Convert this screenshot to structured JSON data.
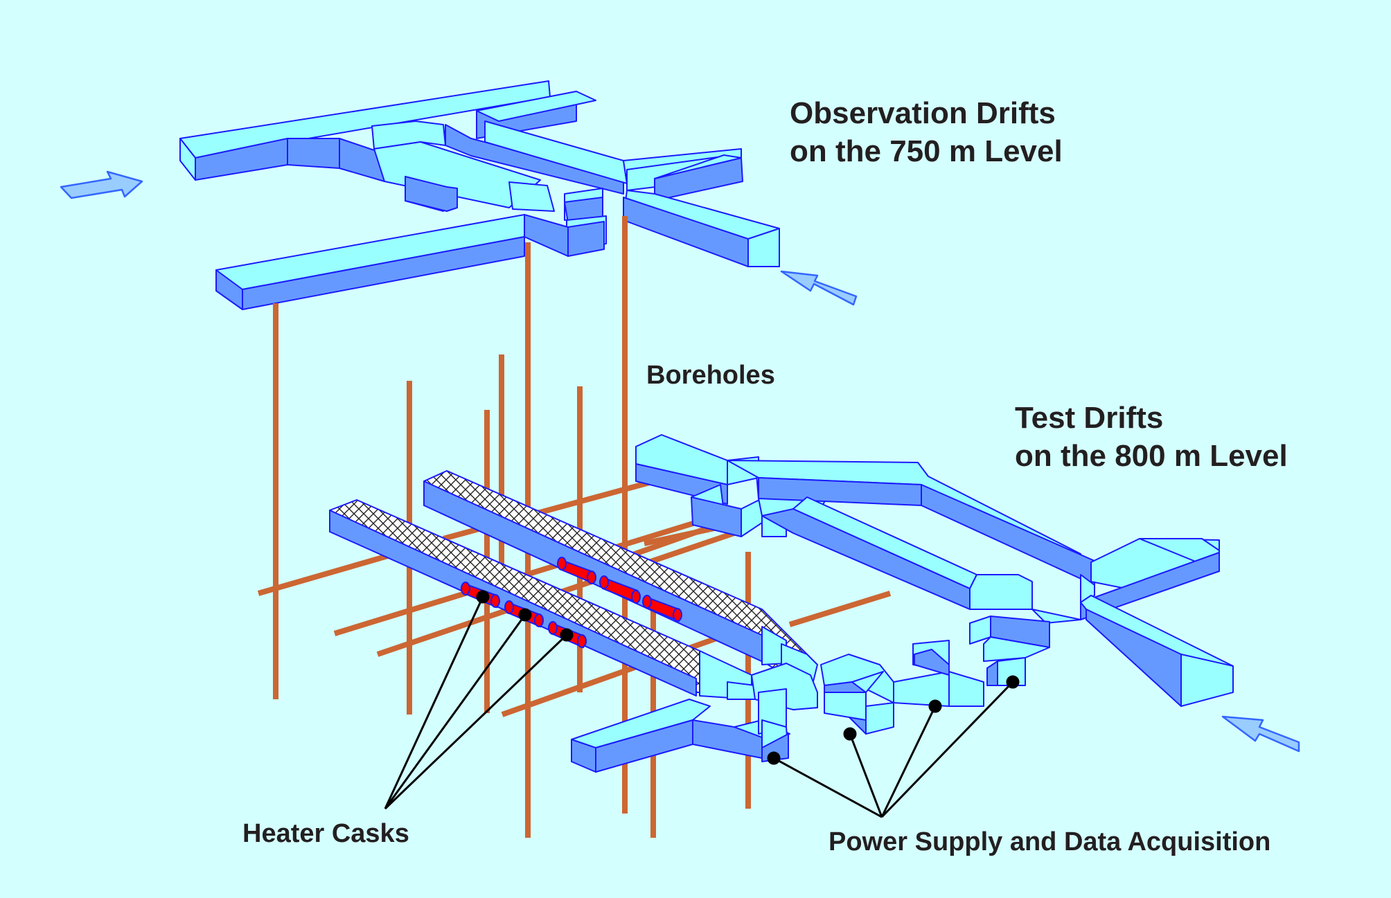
{
  "labels": {
    "observation_line1": "Observation Drifts",
    "observation_line2": "on the 750 m Level",
    "test_line1": "Test Drifts",
    "test_line2": "on the 800 m Level",
    "boreholes": "Boreholes",
    "heater_casks": "Heater Casks",
    "power_supply": "Power Supply and Data Acquisition"
  },
  "colors": {
    "background": "#d4ffff",
    "drift_top": "#99ffff",
    "drift_side": "#6699ff",
    "drift_outline": "#1a1aff",
    "borehole": "#cc6633",
    "heater": "#ff0000",
    "leader_line": "#000000",
    "arrow_fill": "#99ccff"
  }
}
